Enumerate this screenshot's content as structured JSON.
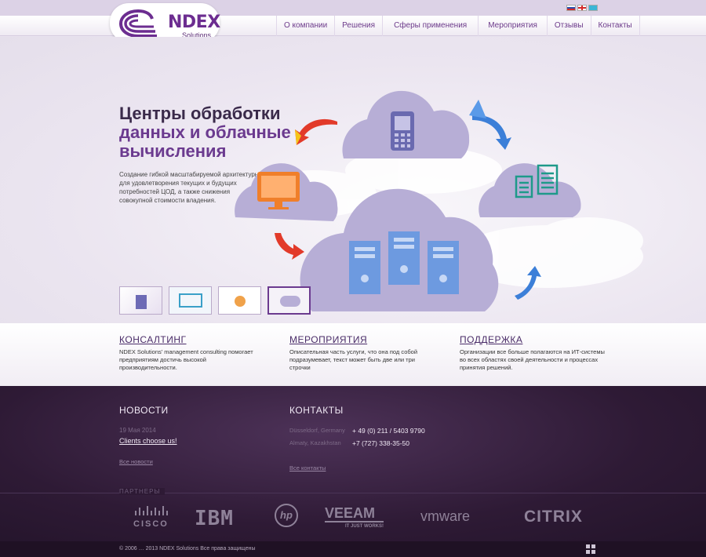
{
  "header": {
    "logo_text": "NDEX",
    "logo_sub": "Solutions",
    "languages": [
      "ru",
      "en",
      "kz"
    ],
    "nav": [
      "О компании",
      "Решения",
      "Сферы применения",
      "Мероприятия",
      "Отзывы",
      "Контакты"
    ]
  },
  "hero": {
    "title_line1": "Центры обработки",
    "title_line2": "данных и облачные",
    "title_line3": "вычисления",
    "description": "Создание гибкой масштабируемой архитектуры для удовлетворения текущих и будущих потребностей ЦОД, а также снижения совокупной стоимости владения.",
    "thumbnails": 4,
    "active_thumbnail": 4
  },
  "services": [
    {
      "title": "КОНСАЛТИНГ",
      "text": "NDEX Solutions' management consulting помогает предприятиям достичь высокой производительности."
    },
    {
      "title": "МЕРОПРИЯТИЯ",
      "text": "Описательная часть услуги, что она под собой подразумевает, текст может быть две или три строчки"
    },
    {
      "title": "ПОДДЕРЖКА",
      "text": "Организации все больше полагаются на ИТ-системы во всех областях своей деятельности и процессах принятия решений."
    }
  ],
  "news": {
    "title": "НОВОСТИ",
    "date": "19 Мая 2014",
    "headline": "Clients choose us!",
    "all_link": "Все новости"
  },
  "contacts": {
    "title": "КОНТАКТЫ",
    "rows": [
      {
        "city": "Düsseldorf, Germany",
        "phone": "+ 49 (0) 211 / 5403 9790"
      },
      {
        "city": "Almaty, Kazakhstan",
        "phone": "+7 (727) 338-35-50"
      }
    ],
    "all_link": "Все контакты"
  },
  "partners": {
    "label": "ПАРТНЕРЫ",
    "items": [
      "CISCO",
      "IBM",
      "hp",
      "VEEAM",
      "vmware",
      "CITRIX"
    ],
    "veeam_tagline": "IT JUST WORKS!"
  },
  "footer": {
    "copyright": "© 2006 … 2013 NDEX Solutions Все права защищены"
  },
  "colors": {
    "brand_purple": "#6c2d90",
    "dark_footer": "#2e1a35",
    "cloud": "#b7aed6"
  }
}
